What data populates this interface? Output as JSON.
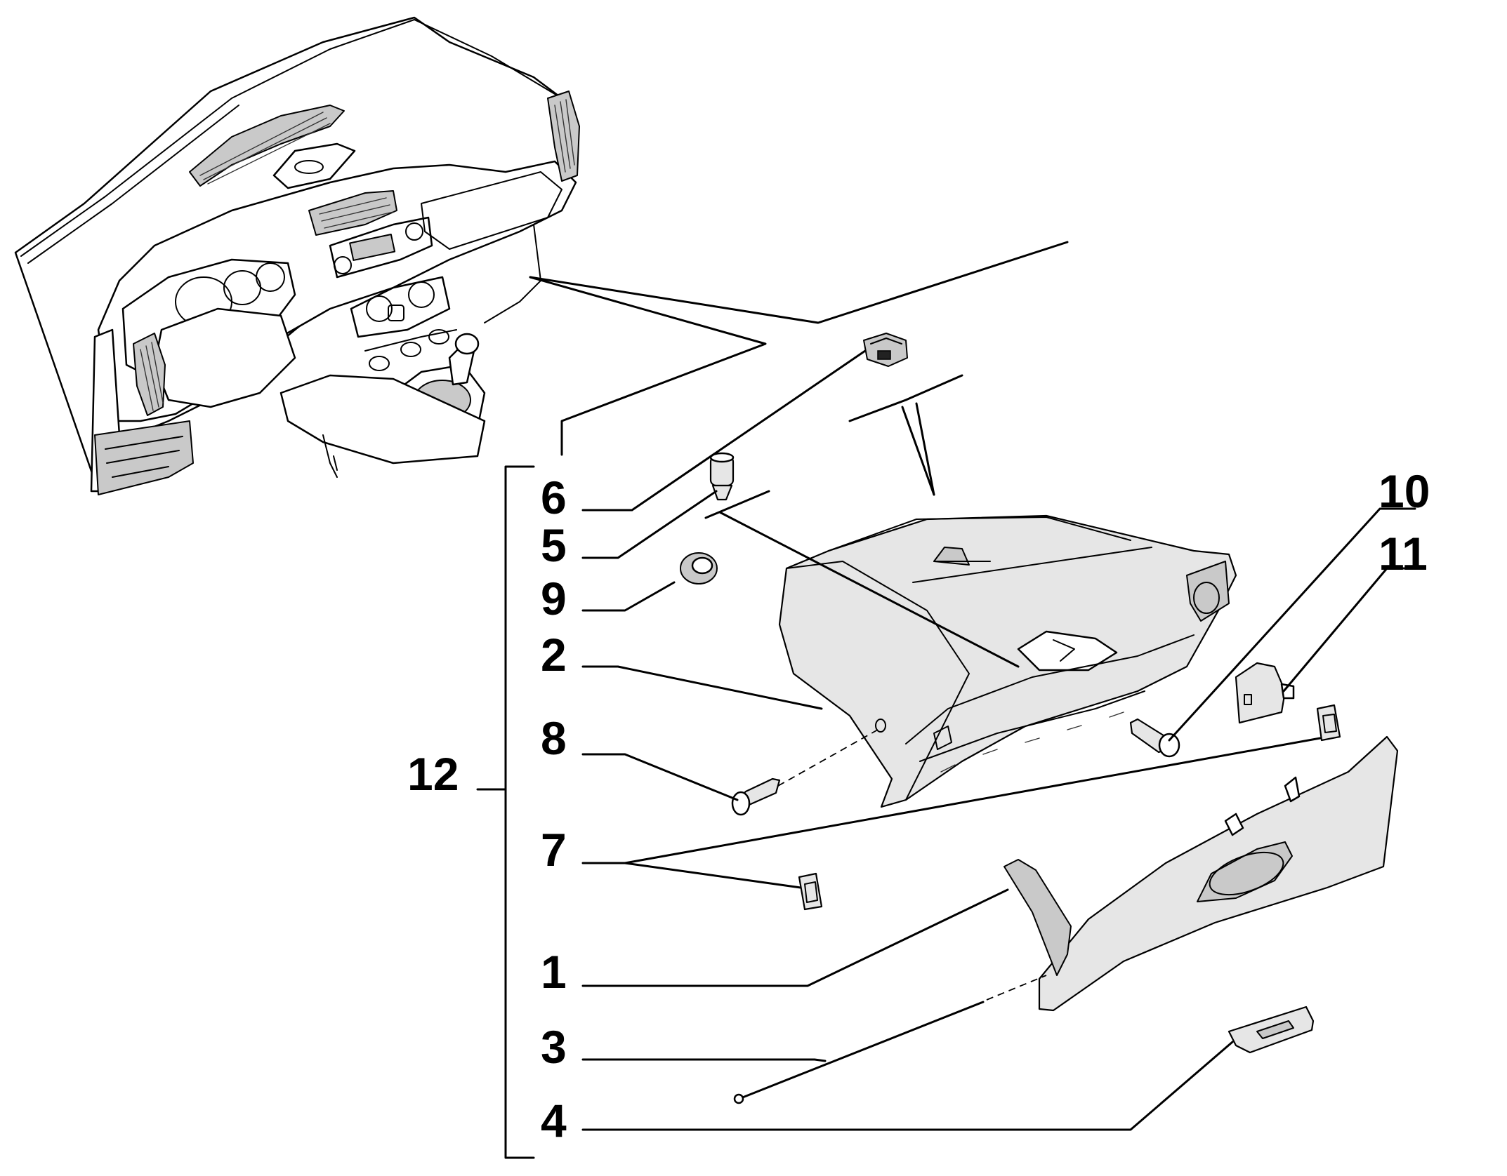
{
  "callouts": {
    "c1": "1",
    "c2": "2",
    "c3": "3",
    "c4": "4",
    "c5": "5",
    "c6": "6",
    "c7": "7",
    "c8": "8",
    "c9": "9",
    "c10": "10",
    "c11": "11",
    "c12": "12"
  },
  "colors": {
    "line": "#000000",
    "part_fill": "#e6e6e6",
    "background": "#ffffff"
  }
}
